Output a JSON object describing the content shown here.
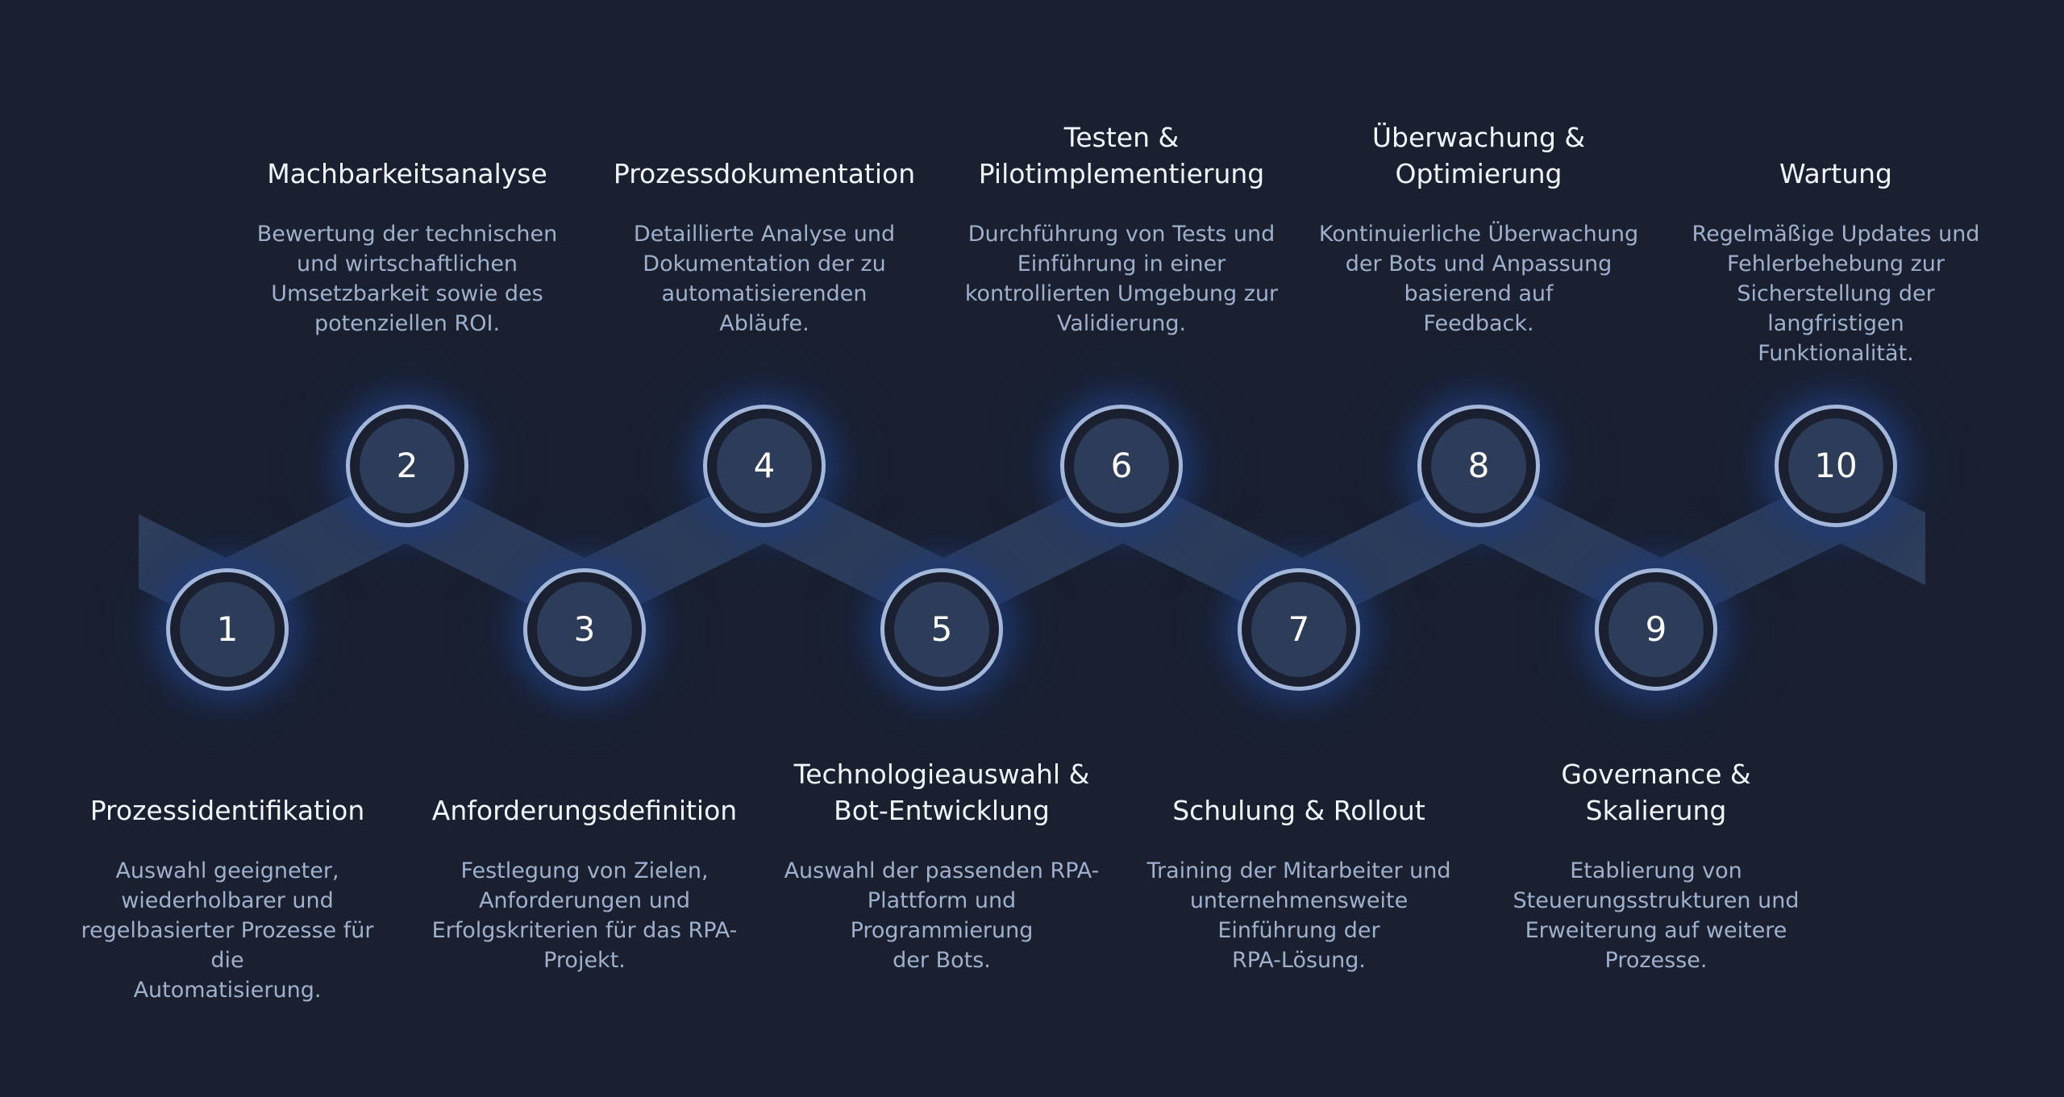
{
  "steps": [
    {
      "number": "1",
      "title": "Prozessidentifikation",
      "description": "Auswahl geeigneter,\nwiederholbarer und\nregelbasierter Prozesse für die\nAutomatisierung."
    },
    {
      "number": "2",
      "title": "Machbarkeitsanalyse",
      "description": "Bewertung der technischen\nund wirtschaftlichen\nUmsetzbarkeit sowie des\npotenziellen ROI."
    },
    {
      "number": "3",
      "title": "Anforderungsdefinition",
      "description": "Festlegung von Zielen,\nAnforderungen und\nErfolgskriterien für das RPA-\nProjekt."
    },
    {
      "number": "4",
      "title": "Prozessdokumentation",
      "description": "Detaillierte Analyse und\nDokumentation der zu\nautomatisierenden\nAbläufe."
    },
    {
      "number": "5",
      "title": "Technologieauswahl &\nBot-Entwicklung",
      "description": "Auswahl der passenden RPA-\nPlattform und\nProgrammierung\nder Bots."
    },
    {
      "number": "6",
      "title": "Testen &\nPilotimplementierung",
      "description": "Durchführung von Tests und\nEinführung in einer\nkontrollierten Umgebung zur\nValidierung."
    },
    {
      "number": "7",
      "title": "Schulung & Rollout",
      "description": "Training der Mitarbeiter und\nunternehmensweite\nEinführung der\nRPA-Lösung."
    },
    {
      "number": "8",
      "title": "Überwachung &\nOptimierung",
      "description": "Kontinuierliche Überwachung\nder Bots und Anpassung\nbasierend auf\nFeedback."
    },
    {
      "number": "9",
      "title": "Governance & Skalierung",
      "description": "Etablierung von\nSteuerungsstrukturen und\nErweiterung auf weitere\nProzesse."
    },
    {
      "number": "10",
      "title": "Wartung",
      "description": "Regelmäßige Updates und\nFehlerbehebung zur\nSicherstellung der langfristigen\nFunktionalität."
    }
  ],
  "colors": {
    "background": "#1a2030",
    "ribbon": "#2e3e5c",
    "circle_ring": "#a3b7da",
    "circle_fill": "#2d3c58",
    "title_text": "#f2f5fb",
    "description_text": "#9fb0cc"
  }
}
